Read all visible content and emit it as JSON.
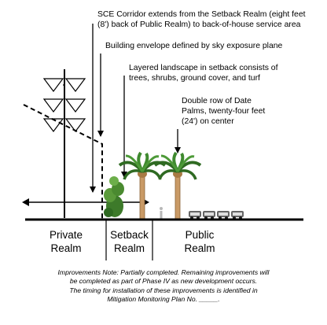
{
  "callouts": {
    "sce_corridor": [
      "SCE Corridor extends from the Setback Realm (eight feet",
      "(8') back of Public Realm) to back-of-house service area"
    ],
    "building_envelope": [
      "Building envelope defined by sky exposure plane"
    ],
    "layered_landscape": [
      "Layered landscape in setback consists of",
      "trees, shrubs, ground cover, and turf"
    ],
    "date_palms": [
      "Double row of Date",
      "Palms, twenty-four feet",
      "(24') on center"
    ]
  },
  "realms": {
    "private": [
      "Private",
      "Realm"
    ],
    "setback": [
      "Setback",
      "Realm"
    ],
    "public": [
      "Public",
      "Realm"
    ]
  },
  "note": [
    "Improvements Note: Partially completed. Remaining improvements will",
    "be completed as part of Phase IV as new development occurs.",
    "The timing for installation of these improvements is identified in",
    "Mitigation Monitoring Plan No. _____."
  ]
}
